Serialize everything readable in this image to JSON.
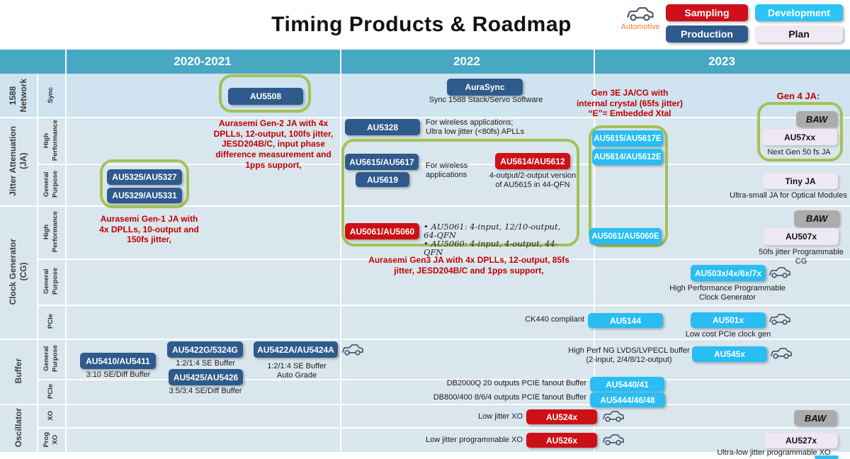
{
  "title": "Timing Products & Roadmap",
  "legend": {
    "automotive": "Automotive",
    "items": [
      {
        "label": "Sampling",
        "color": "#cf0f19"
      },
      {
        "label": "Development",
        "color": "#2cc4f5"
      },
      {
        "label": "Production",
        "color": "#2e5a8e"
      },
      {
        "label": "Plan",
        "color": "#efeaf4"
      }
    ]
  },
  "columns": [
    "2020-2021",
    "2022",
    "2023"
  ],
  "rows": [
    {
      "category": "1588\nNetwork",
      "subs": [
        "Sync"
      ]
    },
    {
      "category": "Jitter Attenuation\n(JA)",
      "subs": [
        "High\nPerformance",
        "General\nPurpose"
      ]
    },
    {
      "category": "Clock Generator\n(CG)",
      "subs": [
        "High\nPerformance",
        "General\nPurpose",
        "PCIe"
      ]
    },
    {
      "category": "Buffer",
      "subs": [
        "General\nPurpose",
        "PCIe"
      ]
    },
    {
      "category": "Oscillator",
      "subs": [
        "XO",
        "Prog\nXO"
      ]
    }
  ],
  "chips": {
    "au5508": {
      "label": "AU5508",
      "status": "production"
    },
    "aurasync": {
      "label": "AuraSync",
      "status": "production"
    },
    "au5328": {
      "label": "AU5328",
      "status": "production"
    },
    "au5615_17": {
      "label": "AU5615/AU5617",
      "status": "production"
    },
    "au5619": {
      "label": "AU5619",
      "status": "production"
    },
    "au5325_27": {
      "label": "AU5325/AU5327",
      "status": "production"
    },
    "au5329_31": {
      "label": "AU5329/AU5331",
      "status": "production"
    },
    "au5614_12": {
      "label": "AU5614/AU5612",
      "status": "sampling"
    },
    "au5615_17e": {
      "label": "AU5615/AU5617E",
      "status": "development"
    },
    "au5614_12e": {
      "label": "AU5614/AU5612E",
      "status": "development"
    },
    "au5061_60": {
      "label": "AU5061/AU5060",
      "status": "sampling"
    },
    "au5061_60e": {
      "label": "AU5061/AU5060E",
      "status": "development"
    },
    "baw": {
      "label": "BAW",
      "status": "plan"
    },
    "au57xx": {
      "label": "AU57xx",
      "status": "plan"
    },
    "tiny_ja": {
      "label": "Tiny JA",
      "status": "plan"
    },
    "au507x": {
      "label": "AU507x",
      "status": "plan"
    },
    "au503x": {
      "label": "AU503x/4x/6x/7x",
      "status": "development"
    },
    "au5144": {
      "label": "AU5144",
      "status": "development"
    },
    "au501x": {
      "label": "AU501x",
      "status": "development"
    },
    "au5410_11": {
      "label": "AU5410/AU5411",
      "status": "production"
    },
    "au5422g": {
      "label": "AU5422G/5324G",
      "status": "production"
    },
    "au5425_26": {
      "label": "AU5425/AU5426",
      "status": "production"
    },
    "au5422a": {
      "label": "AU5422A/AU5424A",
      "status": "production"
    },
    "au545x": {
      "label": "AU545x",
      "status": "development"
    },
    "au5440_41": {
      "label": "AU5440/41",
      "status": "development"
    },
    "au5444": {
      "label": "AU5444/46/48",
      "status": "development"
    },
    "au524x": {
      "label": "AU524x",
      "status": "sampling"
    },
    "au526x": {
      "label": "AU526x",
      "status": "sampling"
    },
    "au527x": {
      "label": "AU527x",
      "status": "plan"
    }
  },
  "notes": {
    "aurasync_sub": "Sync 1588 Stack/Servo Software",
    "au5328_note": "For wireless applications;\nUltra low jitter (<80fs) APLLs",
    "wireless": "For wireless\napplications",
    "au5614_note": "4-output/2-output version\nof AU5615 in 44-QFN",
    "next_gen": "Next Gen 50 fs JA",
    "tiny_ja_note": "Ultra-small JA for Optical Modules",
    "au506x_bullets": "• AU5061: 4-input, 12/10-output,\n64-QFN\n• AU5060: 4-input, 4-output, 44-\nQFN",
    "au507x_note": "50fs jitter Programmable\nCG",
    "au503x_note": "High Performance Programmable\nClock Generator",
    "ck440": "CK440 compliant",
    "au501x_note": "Low cost PCIe clock gen",
    "au5410_note": "3:10 SE/Diff Buffer",
    "au5422g_note": "1:2/1:4 SE Buffer",
    "au5425_note": "3:5/3:4 SE/Diff Buffer",
    "au5422a_note": "1:2/1:4 SE Buffer\nAuto Grade",
    "au545x_note": "High Perf NG LVDS/LVPECL buffer\n(2-input, 2/4/8/12-output)",
    "db2000q": "DB2000Q  20 outputs PCIE fanout Buffer",
    "db800": "DB800/400 8/6/4 outputs PCIE fanout Buffer",
    "low_jitter_xo": "Low jitter XO",
    "low_jitter_prog_xo": "Low jitter programmable XO",
    "ultra_low": "Ultra-low jitter programmable XO"
  },
  "red_notes": {
    "gen2": "Aurasemi Gen-2 JA with 4x\nDPLLs,  12-output, 100fs jitter,\nJESD204B/C, input phase\ndifference measurement and\n1pps support,",
    "gen3e": "Gen 3E JA/CG with\ninternal crystal (65fs jitter)\n“E”= Embedded Xtal",
    "gen4": "Gen 4 JA:",
    "gen1": "Aurasemi Gen-1 JA with\n4x DPLLs, 10-output and\n150fs jitter,",
    "gen3": "Aurasemi Gen3 JA with 4x DPLLs, 12-output, 85fs\njitter, JESD204B/C and 1pps support,"
  },
  "status_colors": {
    "sampling": "#cd1016",
    "development": "#29bdf4",
    "production": "#2e5a8c",
    "plan": "#eee8f4",
    "baw_gray": "#ababab",
    "green_outline": "#a3c255",
    "header_teal": "#47a8c4"
  }
}
